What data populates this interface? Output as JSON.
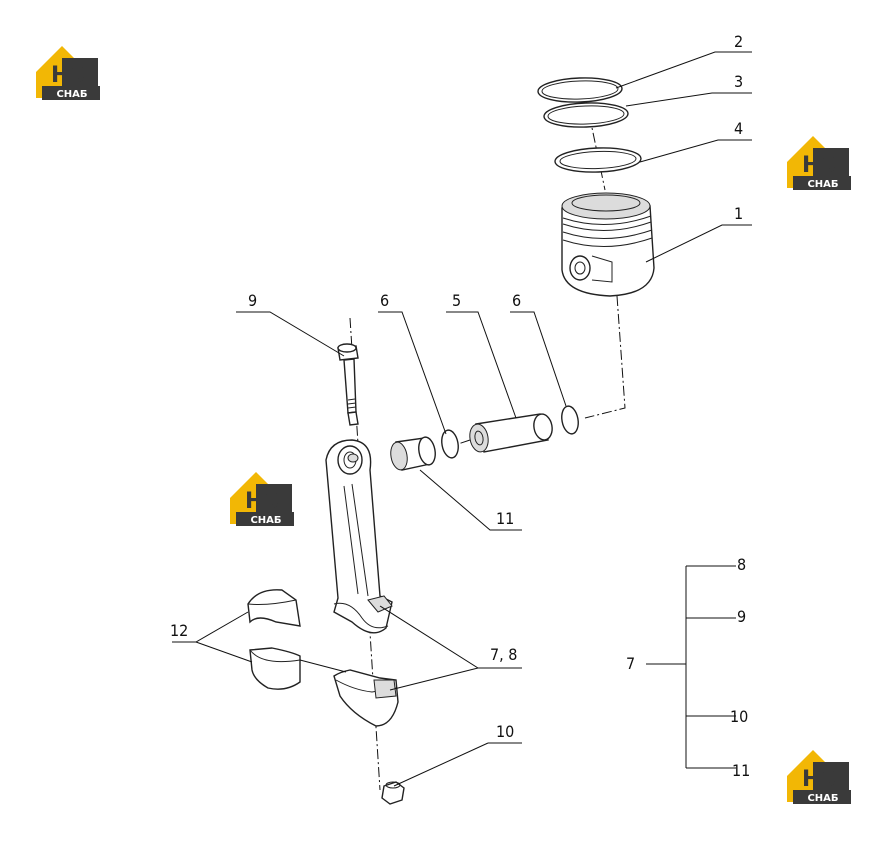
{
  "logo": {
    "mark": "НЗ",
    "caption": "СНАБ",
    "colors": {
      "house": "#f2b705",
      "dark": "#3a3a3a",
      "text_light": "#ffffff"
    }
  },
  "callouts": {
    "c1": "1",
    "c2": "2",
    "c3": "3",
    "c4": "4",
    "c5": "5",
    "c6a": "6",
    "c6b": "6",
    "c9": "9",
    "c10": "10",
    "c11": "11",
    "c12": "12",
    "c78": "7, 8"
  },
  "legend": {
    "root": "7",
    "items": [
      "8",
      "9",
      "10",
      "11"
    ]
  }
}
